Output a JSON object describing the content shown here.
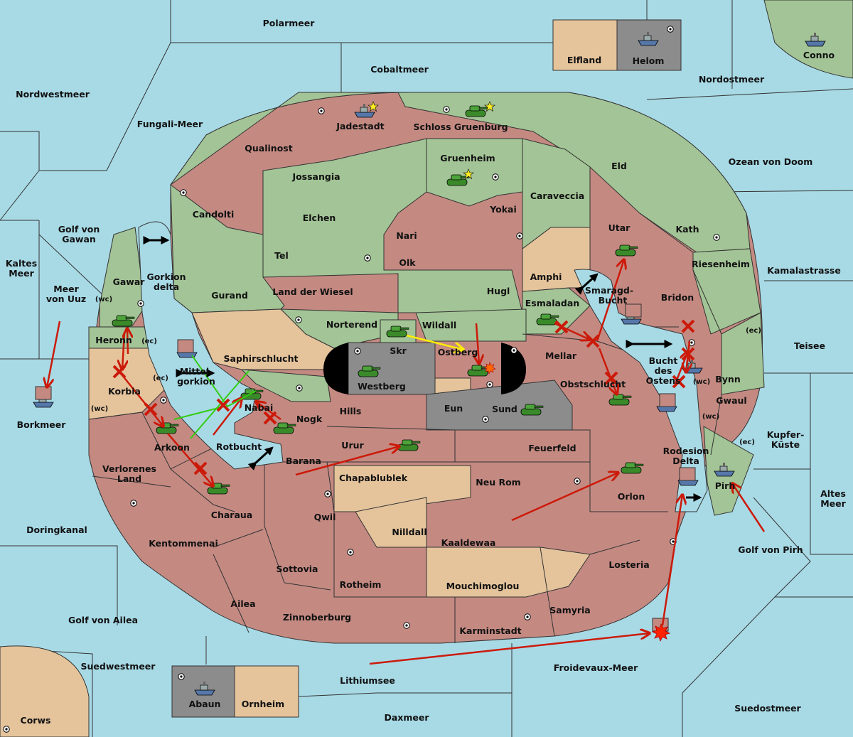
{
  "colors": {
    "sea": "#a8dae6",
    "green": "#a3c496",
    "red": "#c48a82",
    "tan": "#e5c49c",
    "gray": "#8c8c8c",
    "black": "#000000",
    "arrow_red": "#cc1a0a",
    "arrow_green": "#33cc11",
    "arrow_yellow": "#ffee00"
  },
  "labels": {
    "polarmeer": "Polarmeer",
    "cobaltmeer": "Cobaltmeer",
    "nordwestmeer": "Nordwestmeer",
    "fungali": "Fungali-Meer",
    "nordostmeer": "Nordostmeer",
    "conno": "Conno",
    "elfland": "Elfland",
    "helom": "Helom",
    "jadestadt": "Jadestadt",
    "schloss": "Schloss Gruenburg",
    "qualinost": "Qualinost",
    "gruenheim": "Gruenheim",
    "eld": "Eld",
    "ozean": "Ozean von Doom",
    "jossangia": "Jossangia",
    "caraveccia": "Caraveccia",
    "candolti": "Candolti",
    "elchen": "Elchen",
    "yokai": "Yokai",
    "utar": "Utar",
    "kath": "Kath",
    "golf_gawan_1": "Golf von",
    "golf_gawan_2": "Gawan",
    "nari": "Nari",
    "tel": "Tel",
    "olk": "Olk",
    "riesenheim": "Riesenheim",
    "kamalastrasse": "Kamalastrasse",
    "kaltes_1": "Kaltes",
    "kaltes_2": "Meer",
    "amphi": "Amphi",
    "gorkion_1": "Gorkion",
    "gorkion_2": "delta",
    "gawar": "Gawar",
    "meer_uuz_1": "Meer",
    "meer_uuz_2": "von Uuz",
    "gurand": "Gurand",
    "land_wiesel": "Land der Wiesel",
    "hugl": "Hugl",
    "smaragd_1": "Smaragd-",
    "smaragd_2": "Bucht",
    "bridon": "Bridon",
    "esmaladan": "Esmaladan",
    "norterend": "Norterend",
    "wildall": "Wildall",
    "heronn": "Heronn",
    "teisee": "Teisee",
    "skr": "Skr",
    "ostberg": "Ostberg",
    "mellar": "Mellar",
    "saphirschlucht": "Saphirschlucht",
    "bucht_1": "Bucht",
    "bucht_2": "des",
    "bucht_3": "Ostens",
    "bynn": "Bynn",
    "mittel_1": "Mittel-",
    "mittel_2": "gorkion",
    "korbia": "Korbia",
    "westberg": "Westberg",
    "obstschlucht": "Obstschlucht",
    "gwaul": "Gwaul",
    "nabai": "Nabai",
    "eun": "Eun",
    "sund": "Sund",
    "hills": "Hills",
    "nogk": "Nogk",
    "borkmeer": "Borkmeer",
    "kupfer_1": "Kupfer-",
    "kupfer_2": "Küste",
    "arkoon": "Arkoon",
    "rotbucht": "Rotbucht",
    "urur": "Urur",
    "feuerfeld": "Feuerfeld",
    "rodesion_1": "Rodesion",
    "rodesion_2": "Delta",
    "barana": "Barana",
    "verlorenes_1": "Verlorenes",
    "verlorenes_2": "Land",
    "chapablublek": "Chapablublek",
    "neu_rom": "Neu Rom",
    "pirh": "Pirh",
    "orlon": "Orlon",
    "altes_1": "Altes",
    "altes_2": "Meer",
    "charaua": "Charaua",
    "qwil": "Qwil",
    "doringkanal": "Doringkanal",
    "nilldall": "Nilldall",
    "kaaldewaa": "Kaaldewaa",
    "golf_pirh": "Golf von Pirh",
    "kentommenai": "Kentommenai",
    "losteria": "Losteria",
    "sottovia": "Sottovia",
    "rotheim": "Rotheim",
    "mouchimoglou": "Mouchimoglou",
    "ailea": "Ailea",
    "samyria": "Samyria",
    "golf_ailea": "Golf von Ailea",
    "zinnoberburg": "Zinnoberburg",
    "karminstadt": "Karminstadt",
    "suedwestmeer": "Suedwestmeer",
    "froidevaux": "Froidevaux-Meer",
    "lithiumsee": "Lithiumsee",
    "abaun": "Abaun",
    "ornheim": "Ornheim",
    "suedostmeer": "Suedostmeer",
    "corws": "Corws",
    "daxmeer": "Daxmeer",
    "wc": "(wc)",
    "ec": "(ec)"
  },
  "units": {
    "army_icon": "tank-icon",
    "fleet_icon": "ship-icon",
    "supply_icon": "supply-center-icon",
    "home_icon": "star-icon",
    "failed_icon": "cross-icon",
    "dislodged_icon": "burst-icon"
  }
}
